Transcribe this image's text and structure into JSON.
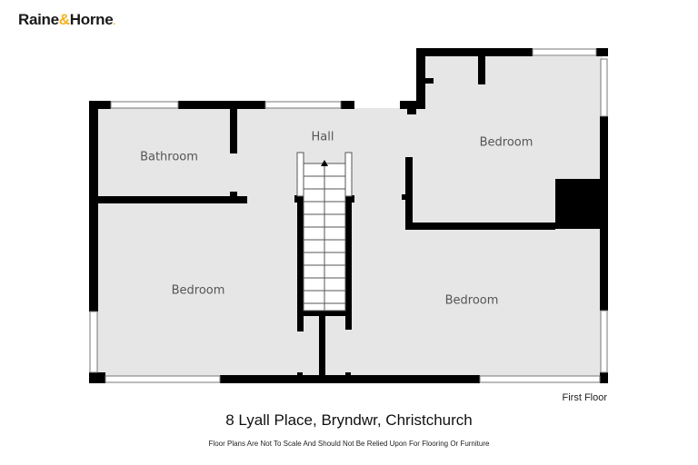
{
  "brand": {
    "name_part1": "Raine",
    "ampersand": "&",
    "name_part2": "Horne",
    "dot": ".",
    "accent_color": "#f2b21c"
  },
  "plan": {
    "floor_label": "First Floor",
    "rooms": [
      {
        "id": "bathroom",
        "label": "Bathroom"
      },
      {
        "id": "hall",
        "label": "Hall"
      },
      {
        "id": "bedroom-ne",
        "label": "Bedroom"
      },
      {
        "id": "bedroom-sw",
        "label": "Bedroom"
      },
      {
        "id": "bedroom-se",
        "label": "Bedroom"
      }
    ],
    "colors": {
      "wall": "#000000",
      "floor": "#e6e6e6",
      "stairs": "#ffffff"
    },
    "stairs_direction": "up"
  },
  "footer": {
    "address": "8 Lyall Place, Bryndwr, Christchurch",
    "disclaimer": "Floor Plans Are Not To Scale And Should Not Be Relied Upon For Flooring Or Furniture"
  }
}
